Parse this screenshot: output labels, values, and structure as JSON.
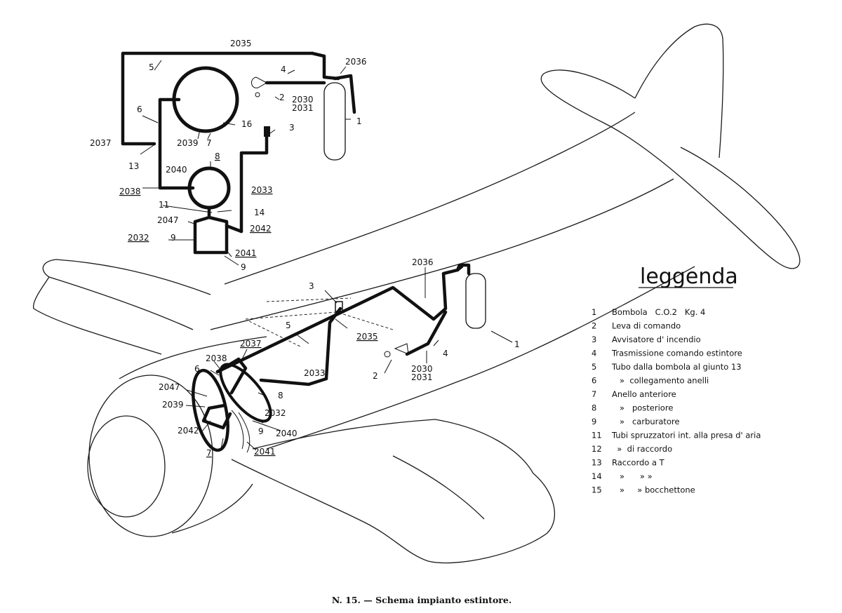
{
  "legend": {
    "title": "leggenda",
    "items": [
      {
        "num": "1",
        "text": "Bombola   C.O.2   Kg. 4"
      },
      {
        "num": "2",
        "text": "Leva di comando"
      },
      {
        "num": "3",
        "text": "Avvisatore d' incendio"
      },
      {
        "num": "4",
        "text": "Trasmissione comando estintore"
      },
      {
        "num": "5",
        "text": "Tubo dalla bombola al giunto 13"
      },
      {
        "num": "6",
        "text": "   »  collegamento anelli"
      },
      {
        "num": "7",
        "text": "Anello anteriore"
      },
      {
        "num": "8",
        "text": "   »   posteriore"
      },
      {
        "num": "9",
        "text": "   »   carburatore"
      },
      {
        "num": "11",
        "text": "Tubi spruzzatori int. alla presa d' aria"
      },
      {
        "num": "12",
        "text": "  »  di raccordo"
      },
      {
        "num": "13",
        "text": "Raccordo a T"
      },
      {
        "num": "14",
        "text": "   »      » »"
      },
      {
        "num": "15",
        "text": "   »     » bocchettone"
      }
    ]
  },
  "schematic_labels": {
    "l2035": "2035",
    "l5": "5",
    "l4": "4",
    "l2036": "2036",
    "l2": "2",
    "l2030": "2030",
    "l2031": "2031",
    "l6": "6",
    "l16": "16",
    "l3": "3",
    "l1": "1",
    "l2037": "2037",
    "l2039": "2039",
    "l7": "7",
    "l13": "13",
    "l8": "8",
    "l2040": "2040",
    "l2038": "2038",
    "l2033": "2033",
    "l11": "11",
    "l14": "14",
    "l2047": "2047",
    "l2042": "2042",
    "l2032": "2032",
    "l9top": "9",
    "l2041": "2041",
    "l9": "9"
  },
  "aircraft_labels": {
    "a2036": "2036",
    "a3": "3",
    "a5": "5",
    "a2035": "2035",
    "a1": "1",
    "a2037": "2037",
    "a2038": "2038",
    "a6": "6",
    "a2033": "2033",
    "a2": "2",
    "a4": "4",
    "a2030": "2030",
    "a2031": "2031",
    "a2047": "2047",
    "a8": "8",
    "a2039": "2039",
    "a2032": "2032",
    "a2042": "2042",
    "a9": "9",
    "a2040": "2040",
    "a7": "7",
    "a2041": "2041"
  },
  "caption": "N. 15. — Schema impianto estintore."
}
